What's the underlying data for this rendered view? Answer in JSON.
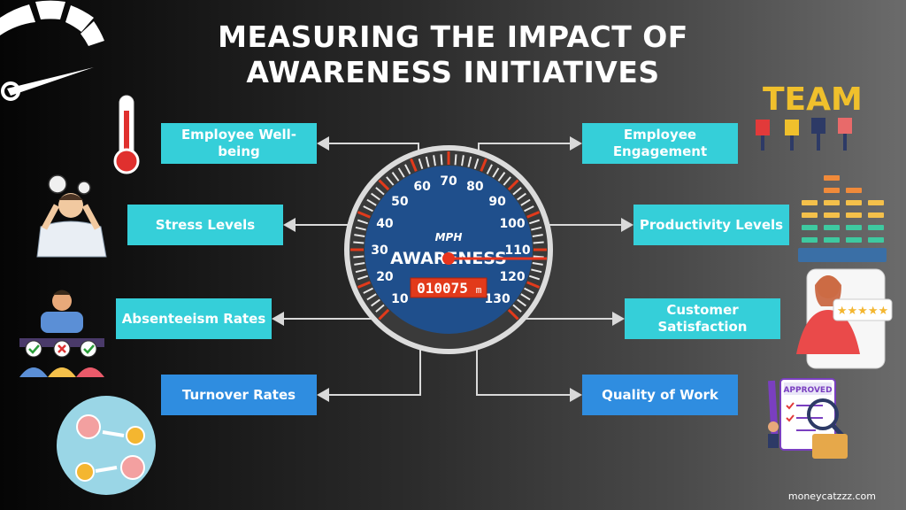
{
  "title": {
    "line1": "MEASURING THE IMPACT OF",
    "line2": "AWARENESS INITIATIVES"
  },
  "left_boxes": [
    {
      "label": "Employee Well-being",
      "icon": "thermometer-icon"
    },
    {
      "label": "Stress Levels",
      "icon": "stressed-person-icon"
    },
    {
      "label": "Absenteeism Rates",
      "icon": "attendance-people-icon"
    },
    {
      "label": "Turnover Rates",
      "icon": "employee-exchange-icon"
    }
  ],
  "right_boxes": [
    {
      "label": "Employee Engagement",
      "icon": "team-icon"
    },
    {
      "label": "Productivity Levels",
      "icon": "equalizer-bars-icon"
    },
    {
      "label": "Customer Satisfaction",
      "icon": "customer-rating-icon"
    },
    {
      "label": "Quality of Work",
      "icon": "approved-document-icon"
    }
  ],
  "speedometer": {
    "center_label": "AWARENESS",
    "unit": "MPH",
    "odometer": "010075",
    "odometer_unit": "m",
    "ticks": [
      "10",
      "20",
      "30",
      "40",
      "50",
      "60",
      "70",
      "80",
      "90",
      "100",
      "110",
      "120",
      "130"
    ],
    "needle_value": 110
  },
  "team_word": "TEAM",
  "approved_word": "APPROVED",
  "footer": "moneycatzzz.com",
  "colors": {
    "teal_box": "#35cfd9",
    "blue_box": "#2f8de0",
    "gauge_face": "#1f4f8c",
    "needle": "#e8341c",
    "odometer": "#e23a1b"
  }
}
